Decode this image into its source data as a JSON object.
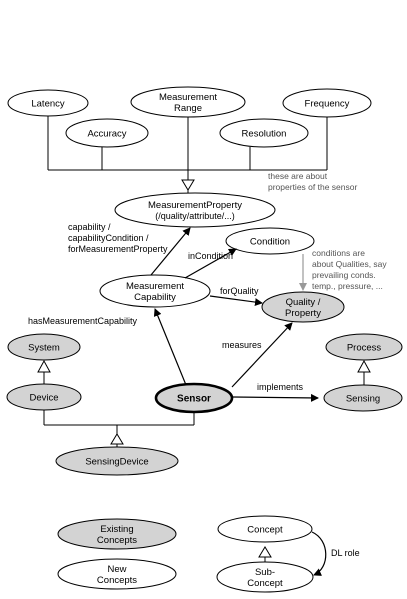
{
  "nodes": {
    "latency": "Latency",
    "measurement_range": [
      "Measurement",
      "Range"
    ],
    "frequency": "Frequency",
    "accuracy": "Accuracy",
    "resolution": "Resolution",
    "measurement_property": [
      "MeasurementProperty",
      "(/quality/attribute/...)"
    ],
    "condition": "Condition",
    "measurement_capability": [
      "Measurement",
      "Capability"
    ],
    "quality_property": [
      "Quality /",
      "Property"
    ],
    "system": "System",
    "process": "Process",
    "device": "Device",
    "sensor": "Sensor",
    "sensing": "Sensing",
    "sensing_device": "SensingDevice",
    "existing_concepts": [
      "Existing",
      "Concepts"
    ],
    "new_concepts": [
      "New",
      "Concepts"
    ],
    "concept": "Concept",
    "sub_concept": [
      "Sub-",
      "Concept"
    ]
  },
  "edge_labels": {
    "capability": [
      "capability /",
      "capabilityCondition /",
      "forMeasurementProperty"
    ],
    "in_condition": "inCondition",
    "for_quality": "forQuality",
    "has_measurement_capability": "hasMeasurementCapability",
    "measures": "measures",
    "implements": "implements",
    "dl_role": "DL role"
  },
  "notes": {
    "sensor_properties": [
      "these are about",
      "properties of the sensor"
    ],
    "conditions": [
      "conditions are",
      "about Qualities, say",
      "prevailing conds.",
      "temp., pressure, ..."
    ]
  }
}
